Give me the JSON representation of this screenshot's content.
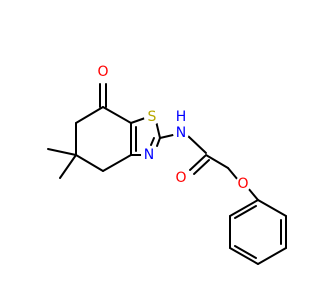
{
  "molecule": {
    "atoms": {
      "o_ketone": {
        "label": "O",
        "color": "#ff0000"
      },
      "s_thiazole": {
        "label": "S",
        "color": "#b8a800"
      },
      "n_thiazole": {
        "label": "N",
        "color": "#0000ff"
      },
      "n_amide": {
        "label": "N",
        "color": "#0000ff"
      },
      "h_amide": {
        "label": "H",
        "color": "#0000ff"
      },
      "o_amide": {
        "label": "O",
        "color": "#ff0000"
      },
      "o_ether": {
        "label": "O",
        "color": "#ff0000"
      }
    },
    "bond_color": "#000000"
  }
}
